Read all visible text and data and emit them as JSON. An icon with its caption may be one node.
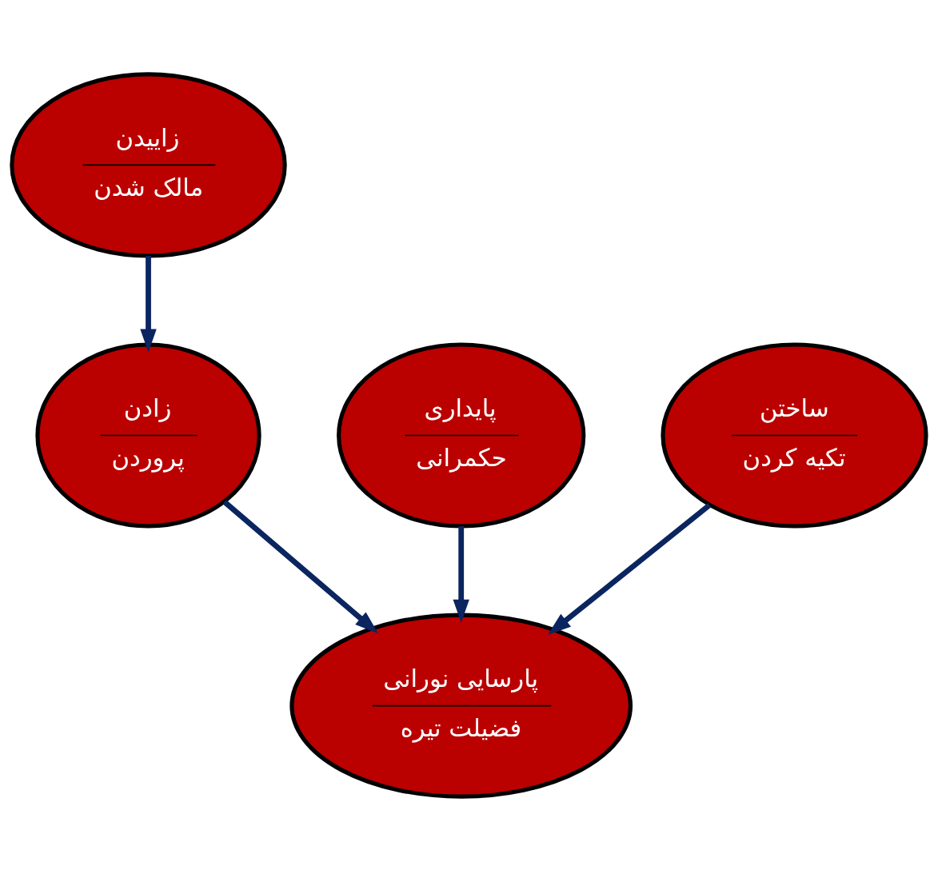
{
  "diagram": {
    "nodes": [
      {
        "text": [
          "زاییدن",
          "مالک شدن"
        ]
      },
      {
        "text": [
          "پایداری",
          "حکمرانی"
        ]
      },
      {
        "text": [
          "ساختن",
          "تکیه کردن"
        ]
      },
      {
        "text": [
          "زادن",
          "پروردن"
        ]
      },
      {
        "text": [
          "پارسایی نورانی",
          "فضیلت تیره"
        ]
      }
    ],
    "edges": [
      {
        "from": 0,
        "to": 3,
        "arrow": "to"
      },
      {
        "from": 3,
        "to": 4,
        "arrow": "to"
      },
      {
        "from": 1,
        "to": 4,
        "arrow": "to"
      },
      {
        "from": 2,
        "to": 4,
        "arrow": "to"
      }
    ]
  }
}
